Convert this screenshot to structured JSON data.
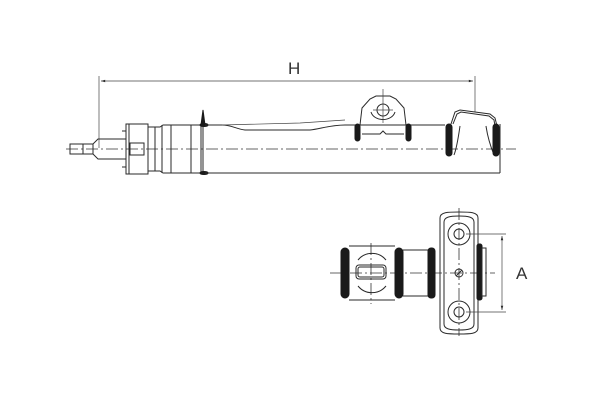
{
  "diagram": {
    "subject": "Shock absorber technical drawing",
    "views": [
      {
        "name": "side-view",
        "description": "Side elevation of strut with mounting bracket and spring seat"
      },
      {
        "name": "end-view",
        "description": "End view showing mounting bracket with two bolt holes"
      }
    ],
    "dimensions": {
      "length_label": "H",
      "mount_label": "A"
    },
    "colors": {
      "line": "#2a2a2a",
      "background": "#ffffff"
    }
  }
}
